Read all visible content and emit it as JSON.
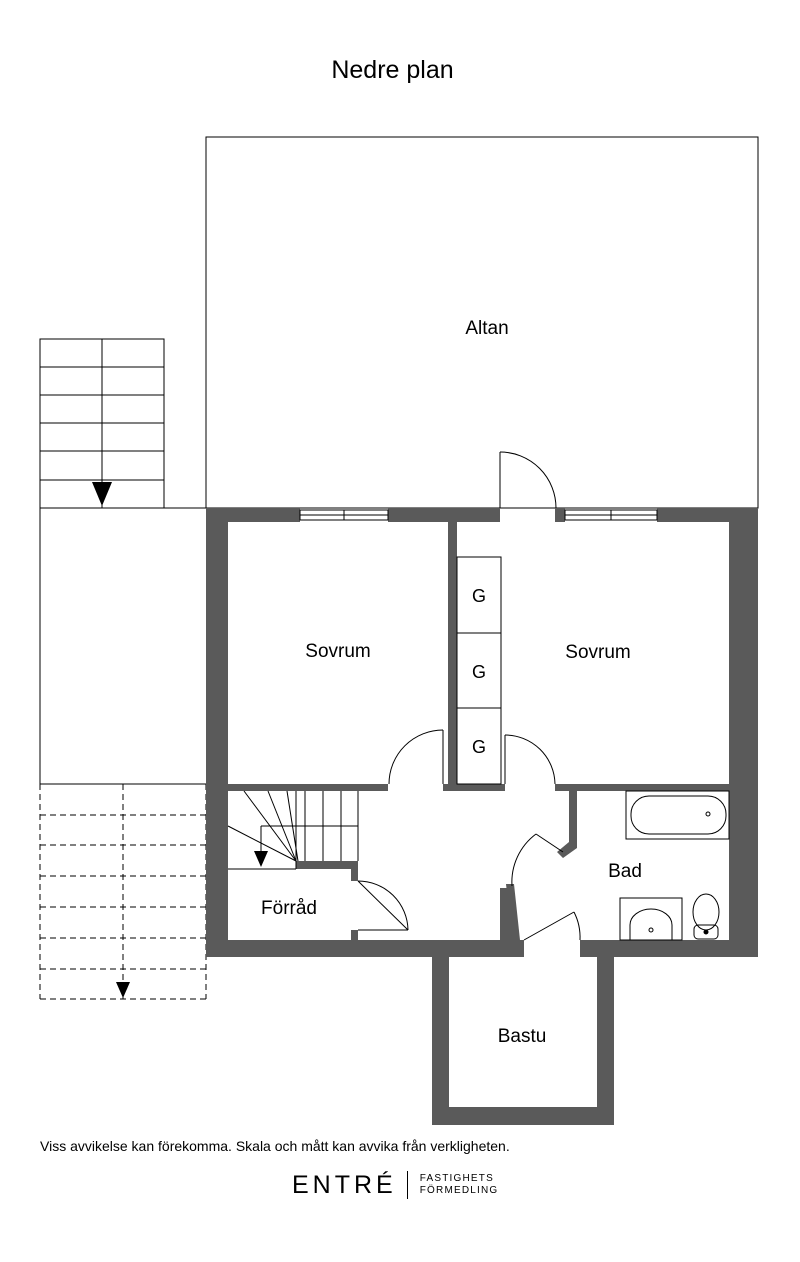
{
  "title": "Nedre plan",
  "rooms": {
    "altan": "Altan",
    "sovrum_left": "Sovrum",
    "sovrum_right": "Sovrum",
    "forrad": "Förråd",
    "bad": "Bad",
    "bastu": "Bastu"
  },
  "wardrobes": [
    "G",
    "G",
    "G"
  ],
  "disclaimer": "Viss avvikelse kan förekomma. Skala och mått kan avvika från verkligheten.",
  "logo": {
    "main": "ENTRÉ",
    "sub_line1": "FASTIGHETS",
    "sub_line2": "FÖRMEDLING"
  },
  "colors": {
    "wall": "#5a5a5a",
    "line": "#000000",
    "background": "#ffffff"
  }
}
